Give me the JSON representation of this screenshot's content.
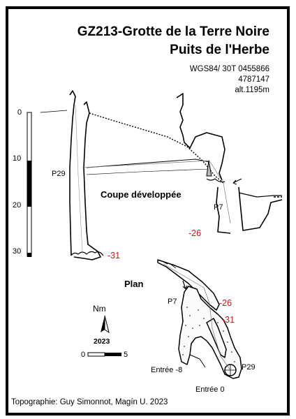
{
  "title": {
    "line1": "GZ213-Grotte de la Terre Noire",
    "line2": "Puits de l'Herbe"
  },
  "coordinates": {
    "datum": "WGS84/ 30T 0455866",
    "northing": "4787147",
    "altitude": "alt.1195m"
  },
  "depth_scale": {
    "ticks": [
      "0",
      "10",
      "20",
      "30"
    ]
  },
  "section": {
    "label": "Coupe développée",
    "shaft_left": "P29",
    "shaft_right": "P7",
    "depth_mid": "-26",
    "depth_bottom": "-31"
  },
  "plan": {
    "label": "Plan",
    "shaft_p7": "P7",
    "depth_mid": "-26",
    "depth_bottom": "-31",
    "entrance_8": "Entrée -8",
    "entrance_0": "Entrée 0",
    "shaft_p29": "P29",
    "north_label": "Nm",
    "year": "2023",
    "scale_start": "0",
    "scale_end": "5"
  },
  "credit": "Topographie: Guy Simonnot, Magín U. 2023",
  "colors": {
    "depth_red": "#d21414",
    "ink": "#000000"
  }
}
